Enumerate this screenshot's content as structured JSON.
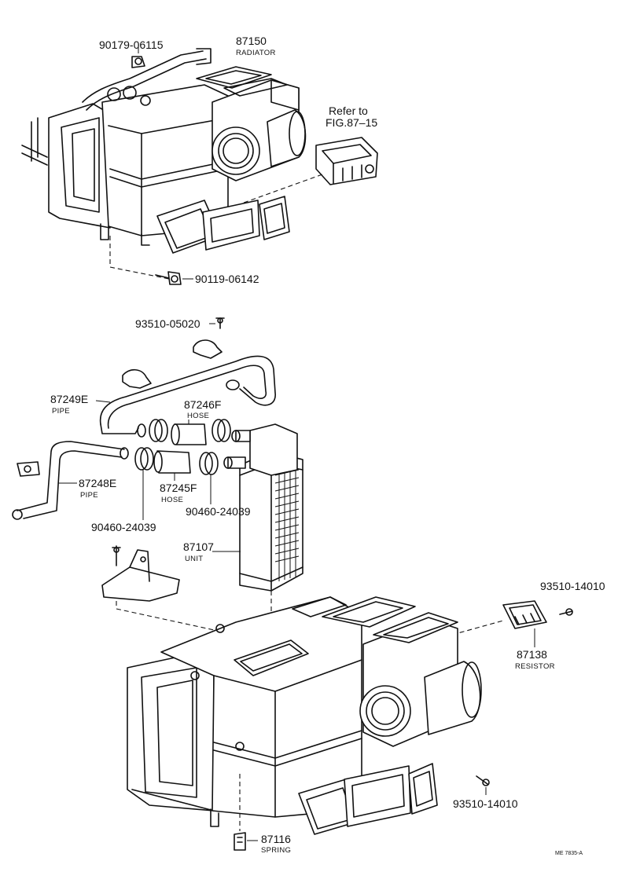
{
  "callouts": [
    {
      "id": "radiator-top",
      "part_number": "87150",
      "sub_label": "RADIATOR"
    },
    {
      "id": "clamp-top",
      "part_number": "90179-06115"
    },
    {
      "id": "refer",
      "part_number": "Refer to",
      "sub_label": "FIG.87–15"
    },
    {
      "id": "bolt-top",
      "part_number": "90119-06142"
    },
    {
      "id": "screw-pipe",
      "part_number": "93510-05020"
    },
    {
      "id": "pipe-upper",
      "part_number": "87249E",
      "sub_label": "PIPE"
    },
    {
      "id": "hose-upper",
      "part_number": "87246F",
      "sub_label": "HOSE"
    },
    {
      "id": "pipe-lower",
      "part_number": "87248E",
      "sub_label": "PIPE"
    },
    {
      "id": "hose-lower",
      "part_number": "87245F",
      "sub_label": "HOSE"
    },
    {
      "id": "clamp-right",
      "part_number": "90460-24039"
    },
    {
      "id": "clamp-left",
      "part_number": "90460-24039"
    },
    {
      "id": "unit",
      "part_number": "87107",
      "sub_label": "UNIT"
    },
    {
      "id": "screw-resistor",
      "part_number": "93510-14010"
    },
    {
      "id": "resistor",
      "part_number": "87138",
      "sub_label": "RESISTOR"
    },
    {
      "id": "screw-bottom",
      "part_number": "93510-14010"
    },
    {
      "id": "spring",
      "part_number": "87116",
      "sub_label": "SPRING"
    }
  ],
  "figure_code": "ME 7835-A"
}
